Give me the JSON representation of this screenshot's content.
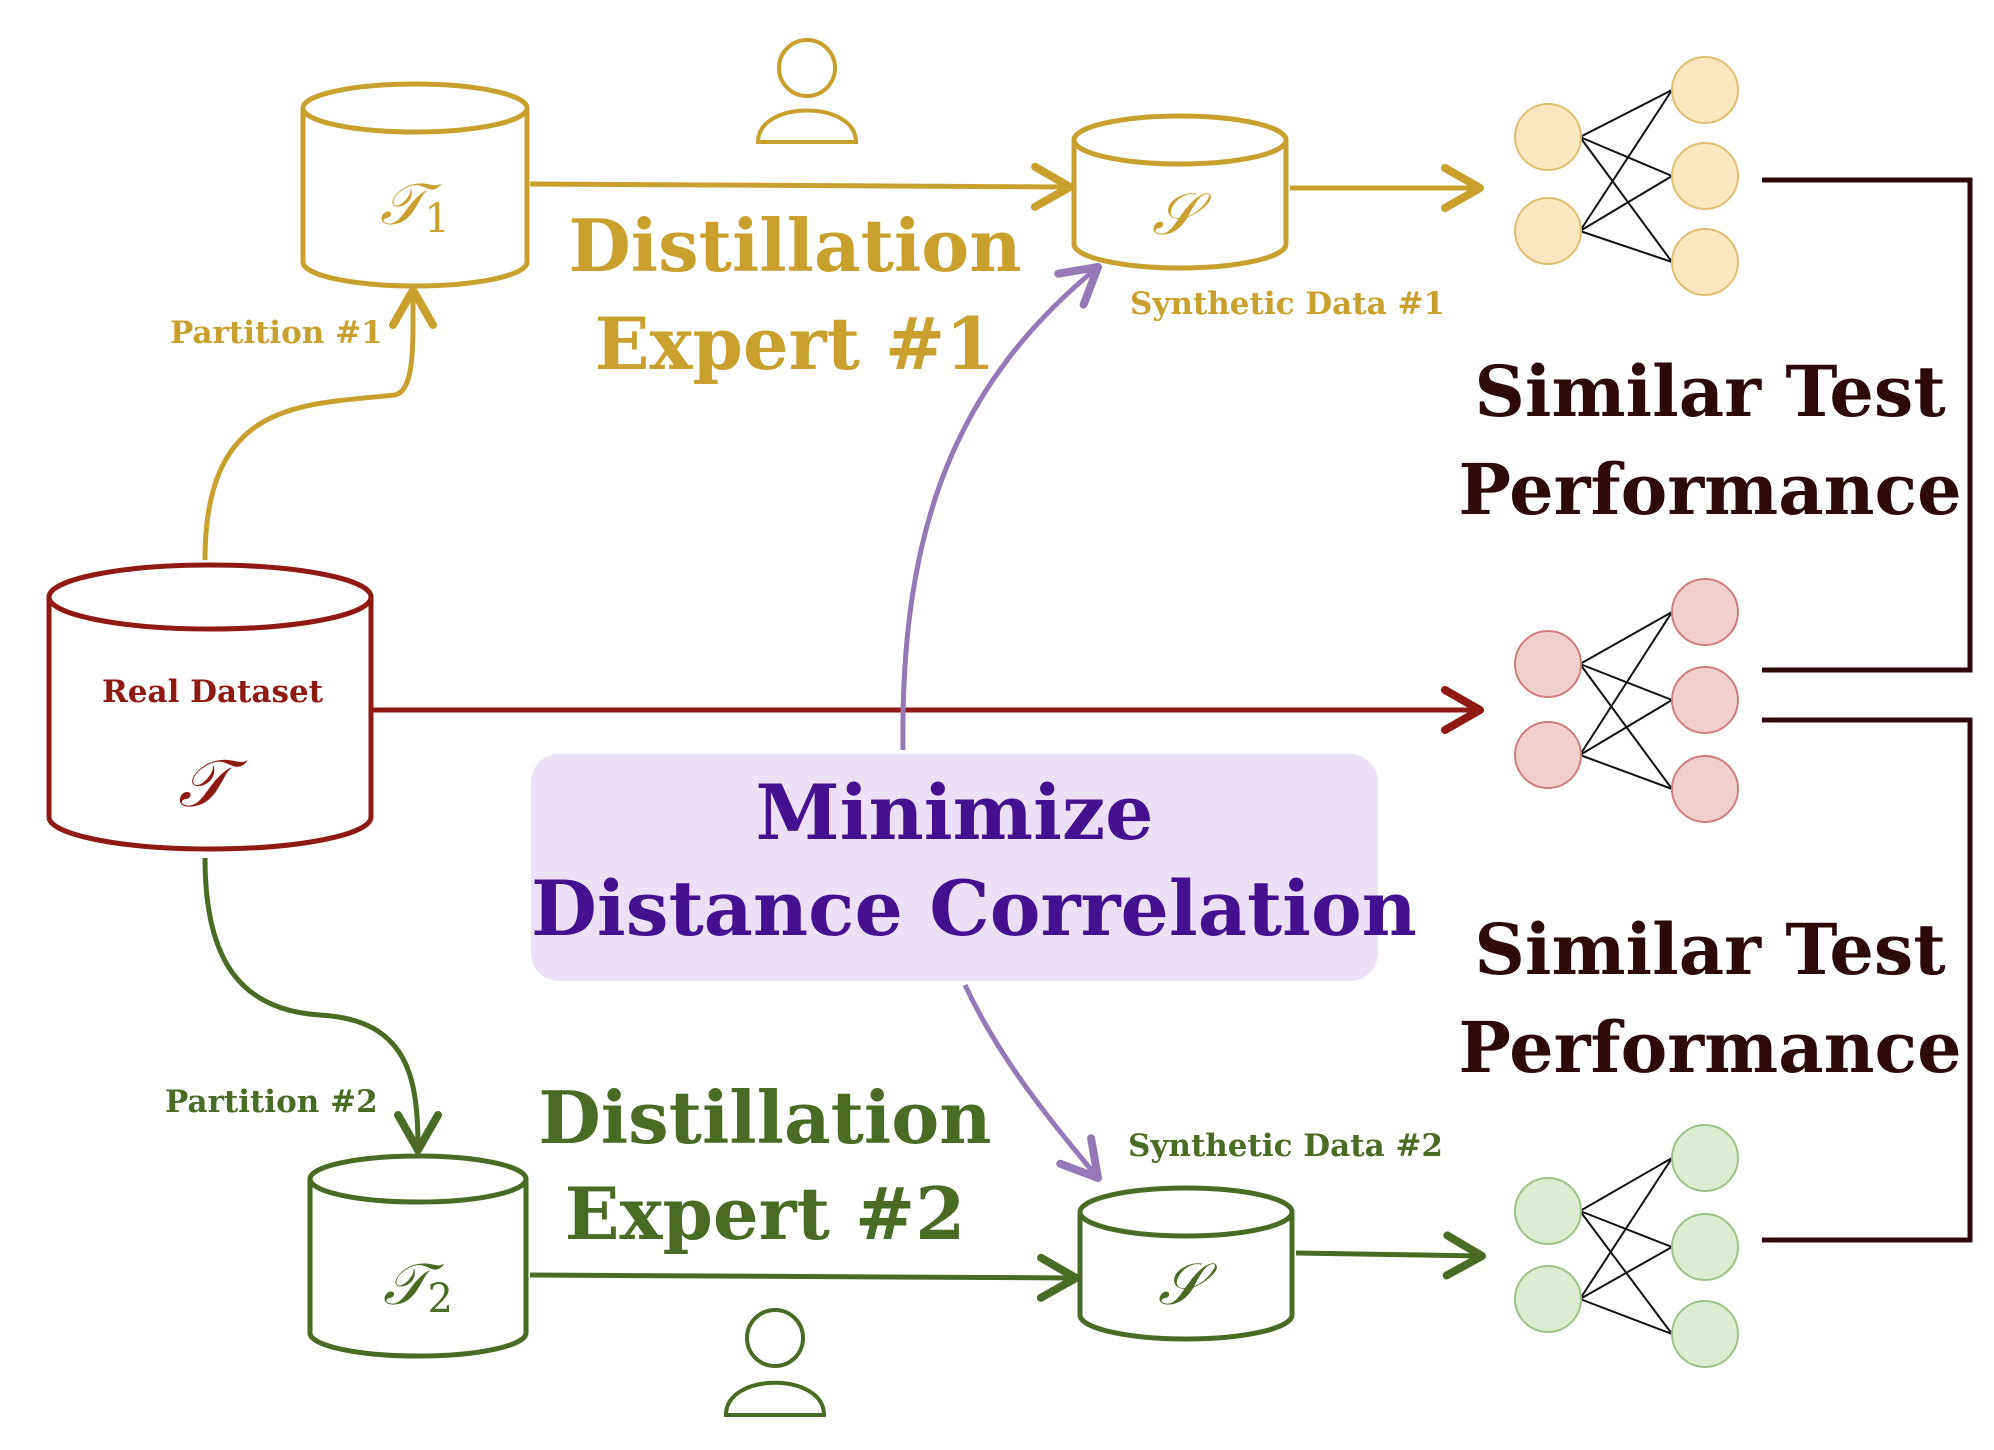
{
  "colors": {
    "gold": "#c9a02e",
    "green": "#4a6b23",
    "red": "#8e1a12",
    "dark": "#2e0909",
    "purple_text": "#45108f",
    "purple_arrow": "#9478b8",
    "box_fill": "#ebe0f6",
    "gold_node": "#fbe6c0",
    "red_node": "#f2cfcf",
    "green_node": "#dcebd2"
  },
  "real_dataset": {
    "label": "Real Dataset",
    "symbol": "𝒯"
  },
  "partition1": {
    "label": "Partition #1",
    "symbol": "𝒯",
    "subscript": "1"
  },
  "partition2": {
    "label": "Partition #2",
    "symbol": "𝒯",
    "subscript": "2"
  },
  "expert1": {
    "line1": "Distillation",
    "line2": "Expert #1",
    "icon": "person-icon"
  },
  "expert2": {
    "line1": "Distillation",
    "line2": "Expert #2",
    "icon": "person-icon"
  },
  "synthetic1": {
    "label": "Synthetic Data #1",
    "symbol": "𝒮"
  },
  "synthetic2": {
    "label": "Synthetic Data #2",
    "symbol": "𝒮"
  },
  "objective": {
    "line1": "Minimize",
    "line2": "Distance Correlation"
  },
  "result_top": {
    "line1": "Similar Test",
    "line2": "Performance"
  },
  "result_bottom": {
    "line1": "Similar Test",
    "line2": "Performance"
  },
  "networks": [
    {
      "name": "network-synthetic-1",
      "color": "gold"
    },
    {
      "name": "network-real",
      "color": "red"
    },
    {
      "name": "network-synthetic-2",
      "color": "green"
    }
  ]
}
